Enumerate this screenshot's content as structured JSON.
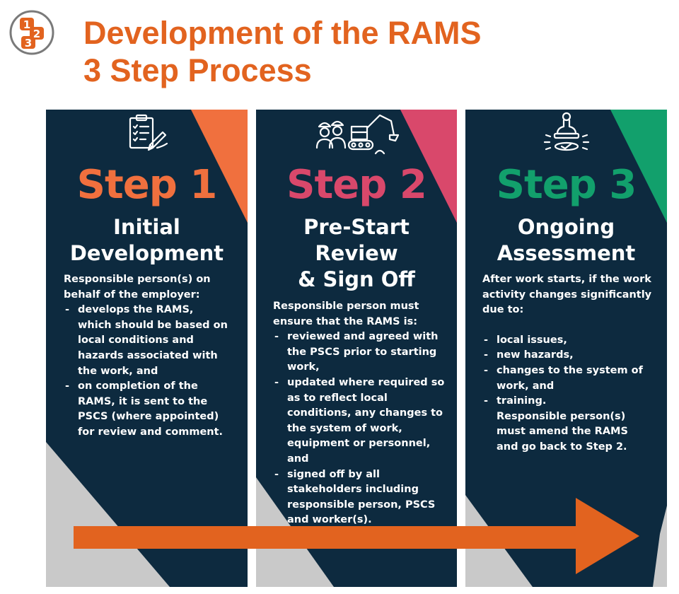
{
  "header": {
    "title_line1": "Development of the RAMS",
    "title_line2": "3 Step Process"
  },
  "colors": {
    "title": "#e2631f",
    "panel": "#0d2a3f",
    "step1": "#f0703e",
    "step2": "#d9486b",
    "step3": "#12a06c",
    "grey": "#c9c9c9",
    "arrow": "#e2631f"
  },
  "logo": {
    "icon": "numbered-steps-icon",
    "digits": [
      "1",
      "2",
      "3"
    ]
  },
  "steps": [
    {
      "icon": "clipboard-checklist-icon",
      "step_label": "Step 1",
      "heading_lines": [
        "Initial",
        "Development"
      ],
      "intro": "Responsible person(s) on behalf of the employer:",
      "items": [
        "develops the RAMS, which should be based on local conditions and hazards associated with the work, and",
        "on completion of the RAMS, it is sent to the PSCS (where appointed) for review and comment."
      ],
      "footer": ""
    },
    {
      "icon": "workers-excavator-icon",
      "step_label": "Step 2",
      "heading_lines": [
        "Pre-Start",
        "Review",
        "& Sign Off"
      ],
      "intro": "Responsible person must ensure that the RAMS is:",
      "items": [
        "reviewed and agreed with the PSCS prior to starting work,",
        "updated where required so as to reflect local conditions, any changes to the system of work, equipment or personnel, and",
        "signed off by all stakeholders including responsible person, PSCS and worker(s)."
      ],
      "footer": ""
    },
    {
      "icon": "approval-stamp-icon",
      "step_label": "Step 3",
      "heading_lines": [
        "Ongoing",
        "Assessment"
      ],
      "intro": "After work starts, if the work activity changes significantly due to:",
      "items": [
        "local issues,",
        "new hazards,",
        "changes to the system of work, and",
        "training."
      ],
      "footer": "Responsible person(s) must amend the RAMS and go back to Step 2."
    }
  ]
}
